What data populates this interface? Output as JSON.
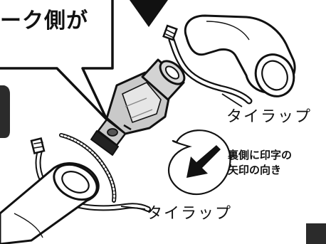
{
  "callout": {
    "headline": "ーク側が"
  },
  "labels": {
    "tie_wrap_top": "タイラップ",
    "tie_wrap_bottom": "タイラップ",
    "arrow_note_line1": "裏側に印字の",
    "arrow_note_line2": "矢印の向き"
  },
  "colors": {
    "ink": "#111111",
    "paper": "#ffffff",
    "dark_panel": "#2b2b2b",
    "metal": "#c9c9c9"
  },
  "icons": {
    "flow_arrow": "arrow-down-left-icon",
    "pointer": "triangle-down-icon"
  }
}
